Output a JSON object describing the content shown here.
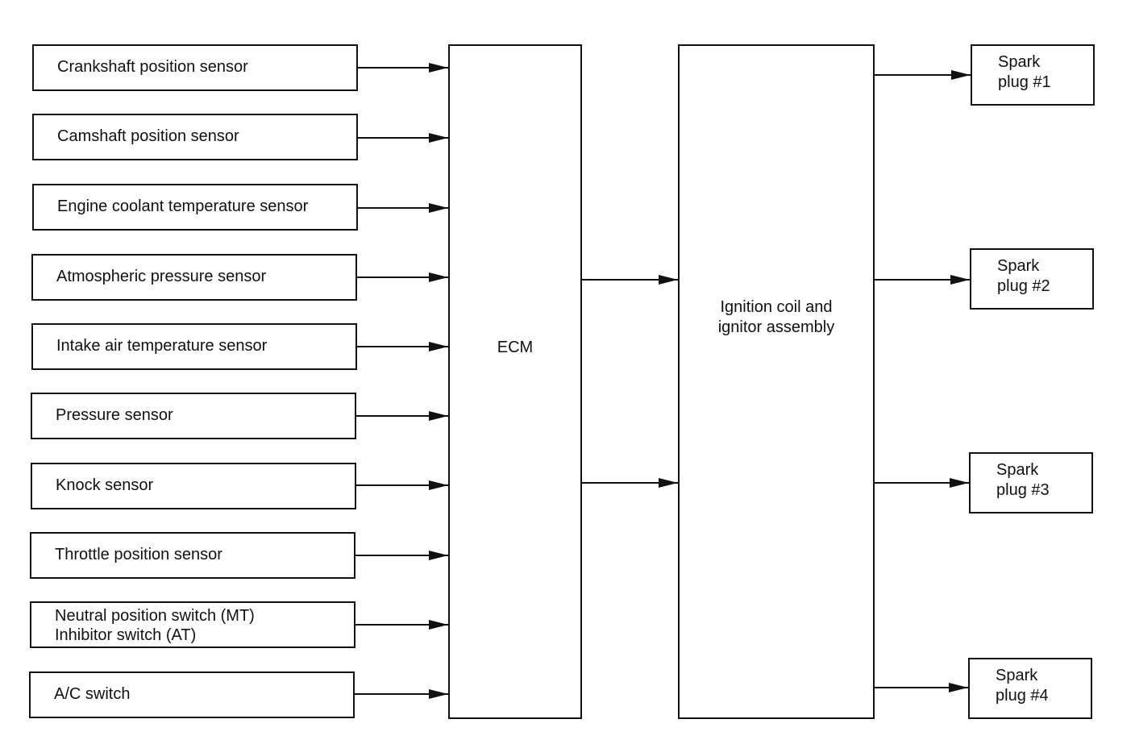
{
  "sensors": [
    {
      "label": "Crankshaft position sensor"
    },
    {
      "label": "Camshaft position sensor"
    },
    {
      "label": "Engine coolant temperature sensor"
    },
    {
      "label": "Atmospheric pressure sensor"
    },
    {
      "label": "Intake air temperature sensor"
    },
    {
      "label": "Pressure sensor"
    },
    {
      "label": "Knock sensor"
    },
    {
      "label": "Throttle position sensor"
    },
    {
      "line1": "Neutral position switch (MT)",
      "line2": "Inhibitor switch (AT)"
    },
    {
      "label": "A/C switch"
    }
  ],
  "ecm": {
    "label": "ECM"
  },
  "ignition": {
    "line1": "Ignition coil and",
    "line2": "ignitor assembly"
  },
  "plugs": [
    {
      "line1": "Spark",
      "line2": "plug #1"
    },
    {
      "line1": "Spark",
      "line2": "plug #2"
    },
    {
      "line1": "Spark",
      "line2": "plug #3"
    },
    {
      "line1": "Spark",
      "line2": "plug #4"
    }
  ]
}
